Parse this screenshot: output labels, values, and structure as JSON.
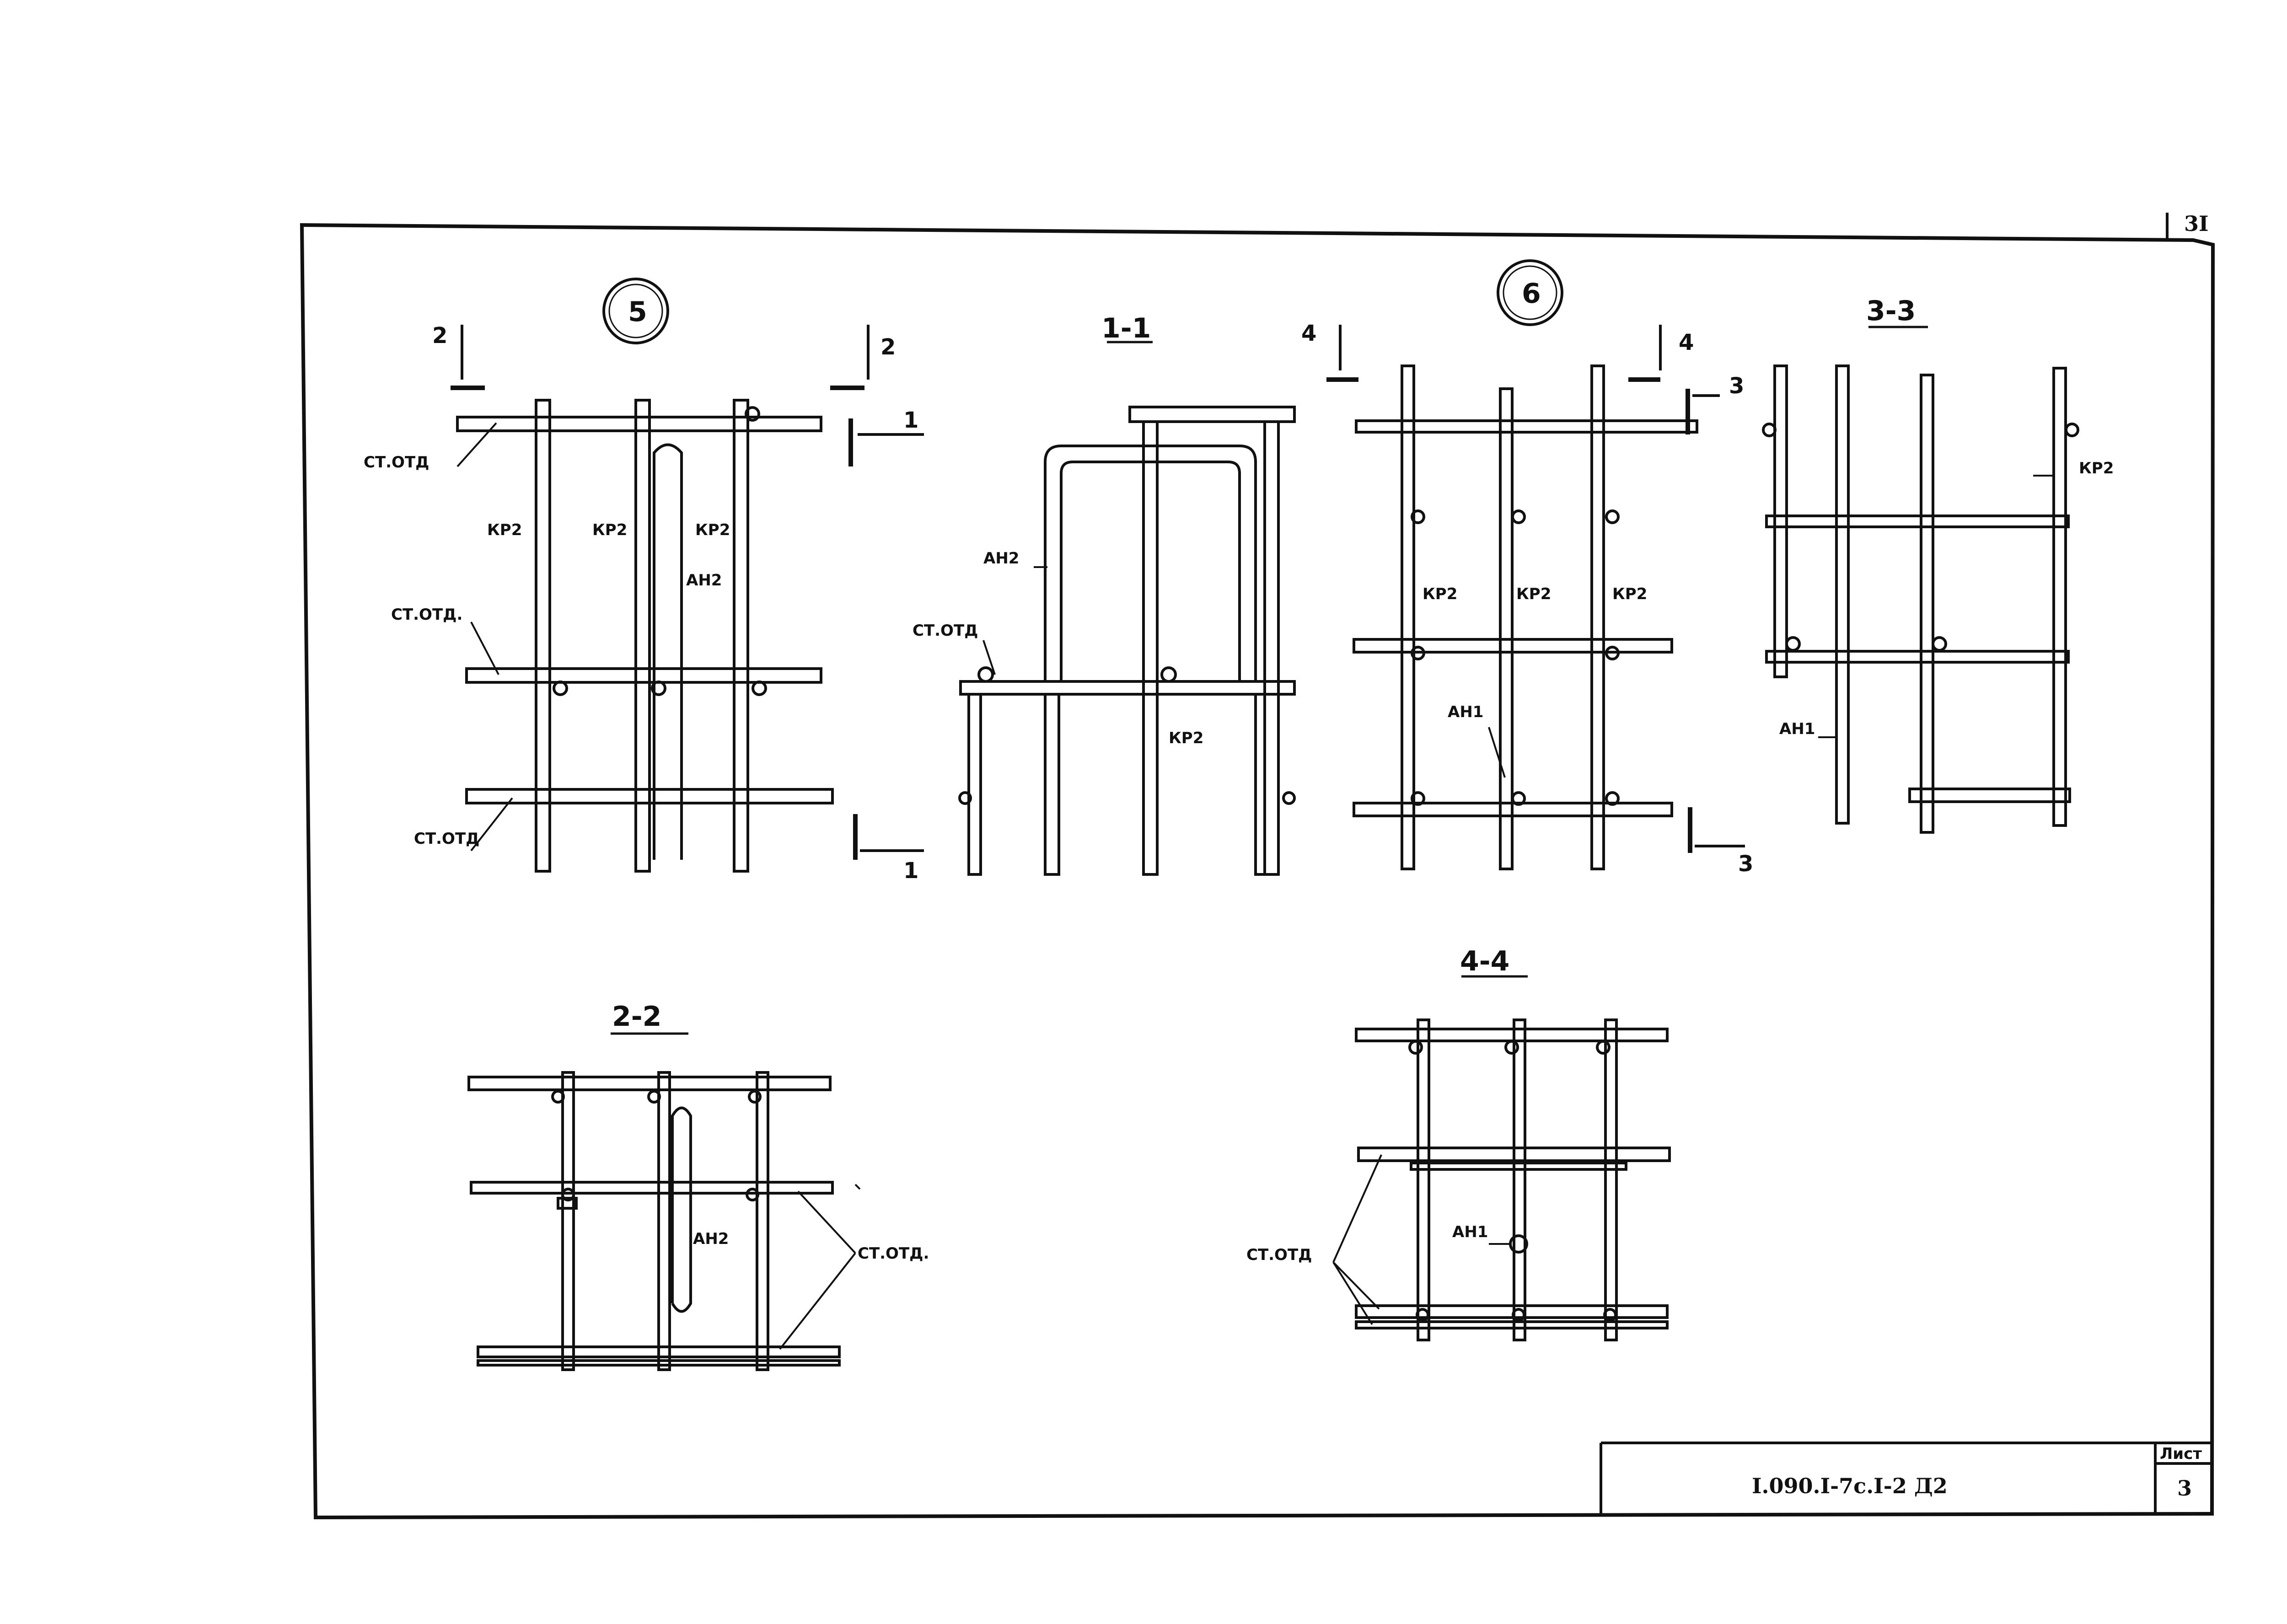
{
  "sheet": {
    "page_number": "3I",
    "doc_code": "I.090.I-7c.I-2 Д2",
    "sheet_label": "Лист",
    "sheet_number": "3"
  },
  "callouts": {
    "node5": "5",
    "node6": "6"
  },
  "sections": {
    "s11": "1-1",
    "s22": "2-2",
    "s33": "3-3",
    "s44": "4-4"
  },
  "cut_marks": {
    "c1": "1",
    "c2": "2",
    "c3": "3",
    "c4": "4"
  },
  "labels": {
    "st_otd": "СТ.ОТД",
    "st_otd_dot": "СТ.ОТД.",
    "kr2": "КР2",
    "an1": "АН1",
    "an2": "АН2"
  }
}
